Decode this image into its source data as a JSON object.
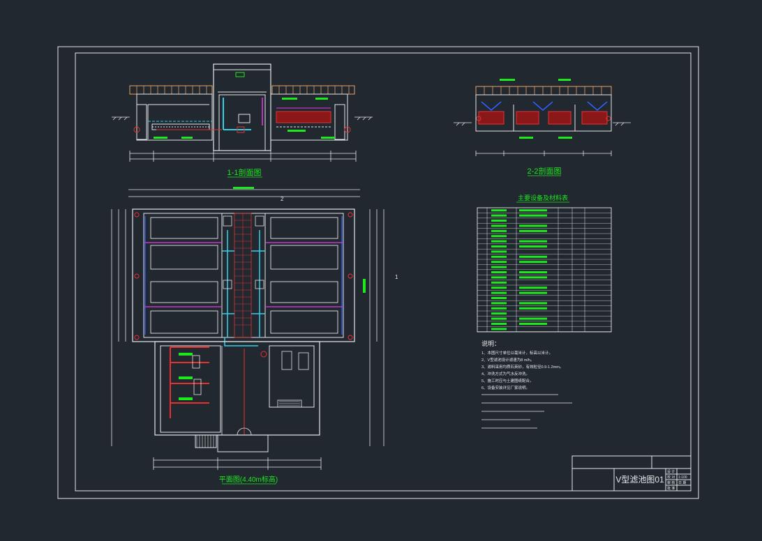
{
  "drawing": {
    "section_1_title": "1-1剖面图",
    "section_2_title": "2-2剖面图",
    "plan_title": "平面图(4.40m标高)",
    "cut_mark_1": "1",
    "cut_mark_2": "2",
    "table_title": "主要设备及材料表",
    "notes_title": "说明：",
    "notes": [
      "1、本图尺寸单位以毫米计，标高以米计。",
      "2、V型滤池设计滤速为8 m/h。",
      "3、滤料采用均质石英砂，有效粒径0.9-1.2mm。",
      "4、冲洗方式为气水反冲洗。",
      "5、施工时应与土建图纸配合。",
      "6、设备安装详见厂家说明。"
    ],
    "title_block": {
      "name": "V型滤池图01",
      "row_labels": [
        "设 计",
        "校 对",
        "审 核",
        "批 准"
      ],
      "row_values": [
        "",
        "1:100",
        "日 期",
        ""
      ]
    }
  },
  "colors": {
    "background": "#212830",
    "line_white": "#e8e8e8",
    "green": "#1ee81e",
    "red": "#e83030",
    "cyan": "#38d0e8",
    "magenta": "#e838e8",
    "blue": "#3060ff",
    "orange": "#e8a060",
    "yellow": "#e8e830"
  }
}
